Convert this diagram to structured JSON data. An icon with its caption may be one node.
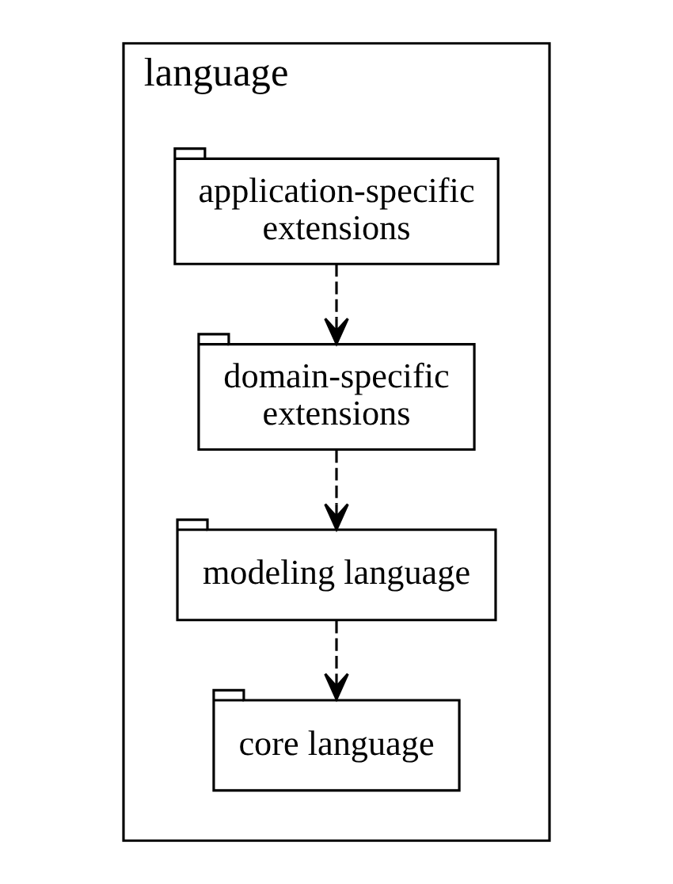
{
  "diagram": {
    "nodes": [
      {
        "text": [
          "language"
        ]
      },
      {
        "text": [
          "application-specific extensions"
        ],
        "in": 0
      },
      {
        "text": [
          "domain-specific extensions"
        ],
        "in": 0
      },
      {
        "text": [
          "modeling language"
        ],
        "in": 0
      },
      {
        "text": [
          "core language"
        ],
        "in": 0
      }
    ],
    "edges": [
      {
        "from": 1,
        "to": 2,
        "arrow": "to",
        "style": "dashed"
      },
      {
        "from": 2,
        "to": 3,
        "arrow": "to",
        "style": "dashed"
      },
      {
        "from": 3,
        "to": 4,
        "arrow": "to",
        "style": "dashed"
      }
    ]
  }
}
